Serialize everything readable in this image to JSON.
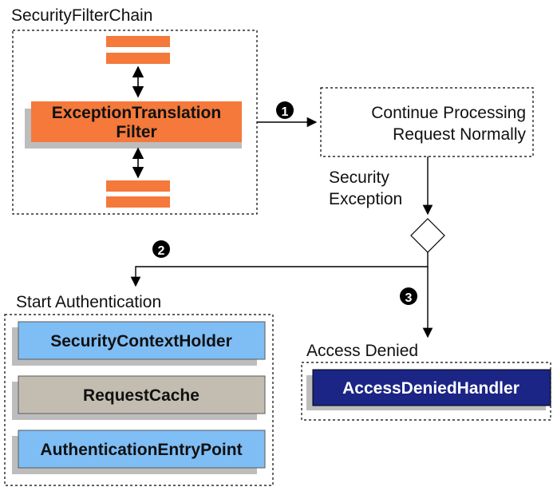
{
  "filter_chain": {
    "title": "SecurityFilterChain",
    "exception_filter_line1": "ExceptionTranslation",
    "exception_filter_line2": "Filter"
  },
  "continue": {
    "line1": "Continue Processing",
    "line2": "Request Normally"
  },
  "security_exception": {
    "line1": "Security",
    "line2": "Exception"
  },
  "steps": {
    "one": "1",
    "two": "2",
    "three": "3"
  },
  "start_authentication": {
    "title": "Start Authentication",
    "items": [
      "SecurityContextHolder",
      "RequestCache",
      "AuthenticationEntryPoint"
    ]
  },
  "access_denied": {
    "title": "Access Denied",
    "handler": "AccessDeniedHandler"
  },
  "colors": {
    "orange": "#f4793b",
    "blue_box": "#7fbdf5",
    "grey_box": "#c3bcb1",
    "navy_box": "#1a2586",
    "shadow": "#bdbdbd"
  }
}
